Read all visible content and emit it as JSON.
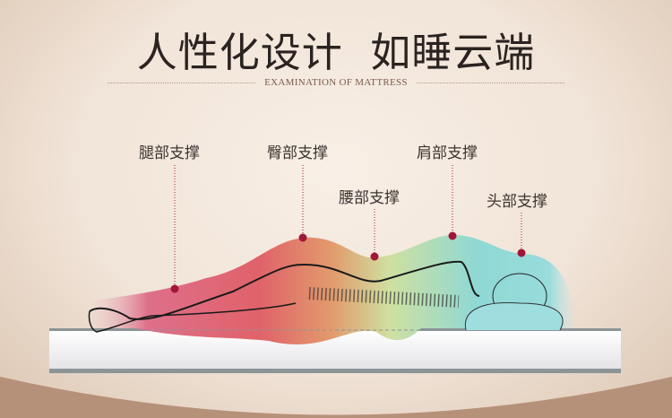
{
  "title": "人性化设计  如睡云端",
  "subtitle": "EXAMINATION OF MATTRESS",
  "labels": [
    {
      "text": "腿部支撑"
    },
    {
      "text": "臀部支撑"
    },
    {
      "text": "腰部支撑"
    },
    {
      "text": "肩部支撑"
    },
    {
      "text": "头部支撑"
    }
  ],
  "colors": {
    "dot": "#a0173a",
    "text": "#2a2320",
    "accent": "#7a5a4a"
  }
}
